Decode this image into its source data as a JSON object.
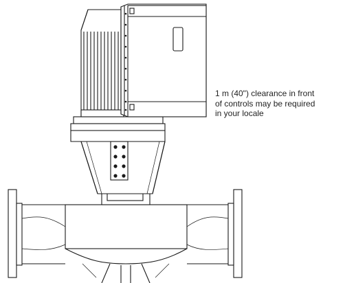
{
  "note": {
    "lines": [
      "1 m (40\") clearance in front",
      "of controls may be required",
      "in your locale"
    ]
  }
}
